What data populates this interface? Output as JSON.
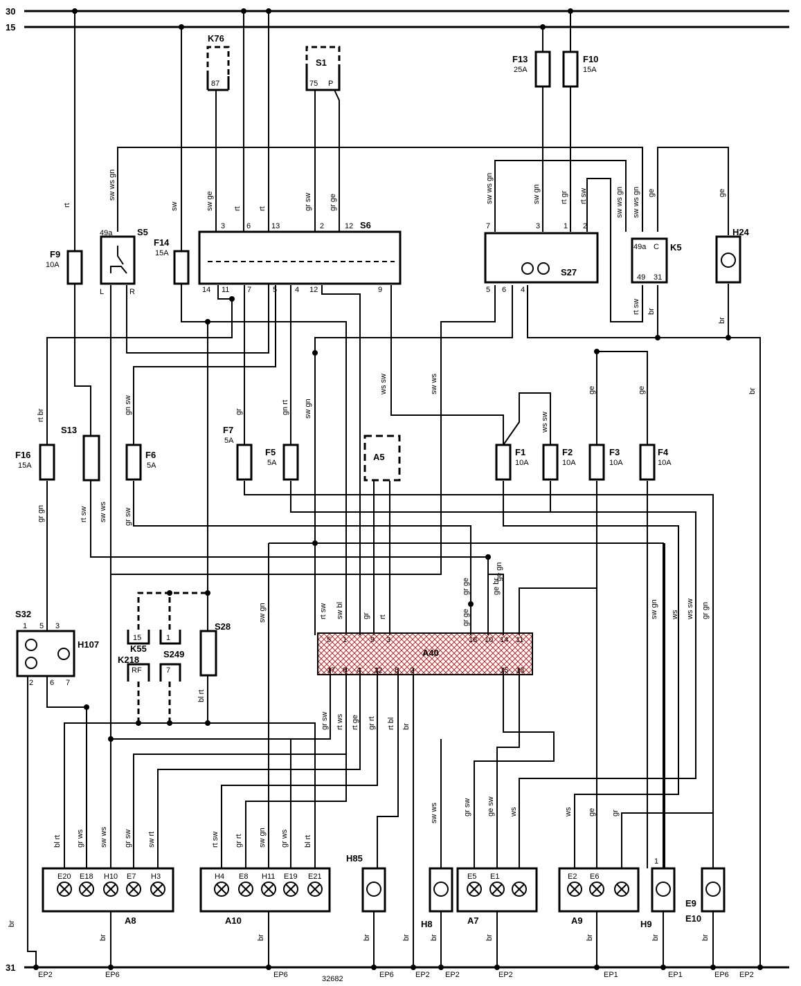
{
  "rails": {
    "r30": "30",
    "r15": "15",
    "r31": "31"
  },
  "drawing_number": "32682",
  "components": {
    "K76": {
      "name": "K76",
      "pin": "87"
    },
    "S1": {
      "name": "S1",
      "pin_a": "75",
      "pin_b": "P"
    },
    "F13": {
      "name": "F13",
      "rating": "25A"
    },
    "F10": {
      "name": "F10",
      "rating": "15A"
    },
    "F9": {
      "name": "F9",
      "rating": "10A"
    },
    "S5": {
      "name": "S5",
      "pin_top": "49a",
      "pin_l": "L",
      "pin_r": "R"
    },
    "F14": {
      "name": "F14",
      "rating": "15A"
    },
    "S6": {
      "name": "S6",
      "pins_top": [
        "3",
        "6",
        "13",
        "2",
        "12"
      ],
      "pins_bottom": [
        "14",
        "11",
        "7",
        "5",
        "4",
        "12",
        "9"
      ]
    },
    "S27": {
      "name": "S27",
      "pins_top": [
        "7",
        "3",
        "1",
        "2"
      ],
      "pins_bottom": [
        "5",
        "6",
        "4"
      ]
    },
    "K5": {
      "name": "K5",
      "pin_49a": "49a",
      "pin_c": "C",
      "pin_49": "49",
      "pin_31": "31"
    },
    "H24": {
      "name": "H24"
    },
    "F16": {
      "name": "F16",
      "rating": "15A"
    },
    "S13": {
      "name": "S13"
    },
    "F6": {
      "name": "F6",
      "rating": "5A"
    },
    "F7": {
      "name": "F7",
      "rating": "5A"
    },
    "F5": {
      "name": "F5",
      "rating": "5A"
    },
    "A5": {
      "name": "A5"
    },
    "F1": {
      "name": "F1",
      "rating": "10A"
    },
    "F2": {
      "name": "F2",
      "rating": "10A"
    },
    "F3": {
      "name": "F3",
      "rating": "10A"
    },
    "F4": {
      "name": "F4",
      "rating": "10A"
    },
    "S32": {
      "name": "S32",
      "pins": [
        "1",
        "5",
        "3",
        "2",
        "6",
        "7"
      ]
    },
    "H107": {
      "name": "H107"
    },
    "K55": {
      "name": "K55",
      "pin": "15"
    },
    "K218": {
      "name": "K218",
      "pin": "RF"
    },
    "S249": {
      "name": "S249",
      "pin_top": "1",
      "pin_bottom": "7"
    },
    "S28": {
      "name": "S28"
    },
    "A40": {
      "name": "A40",
      "pins_top": [
        "5",
        "1",
        "9",
        "3",
        "18",
        "10",
        "14",
        "11"
      ],
      "pins_bottom": [
        "17",
        "8",
        "4",
        "12",
        "6",
        "2",
        "15",
        "13"
      ]
    },
    "A8": {
      "name": "A8",
      "lamps": [
        "E20",
        "E18",
        "H10",
        "E7",
        "H3"
      ]
    },
    "A10": {
      "name": "A10",
      "lamps": [
        "H4",
        "E8",
        "H11",
        "E19",
        "E21"
      ]
    },
    "H85": {
      "name": "H85"
    },
    "H8": {
      "name": "H8"
    },
    "A7": {
      "name": "A7",
      "lamps": [
        "E5",
        "E1"
      ]
    },
    "A9": {
      "name": "A9",
      "lamps": [
        "E2",
        "E6"
      ]
    },
    "H9": {
      "name": "H9",
      "pin": "1"
    },
    "E9E10": {
      "name1": "E9",
      "name2": "E10"
    }
  },
  "wire_colors": {
    "f9_top": "rt",
    "s5_top": "sw ws gn",
    "f14_top": "sw",
    "s6_3": "sw ge",
    "s6_6": "rt",
    "s6_13": "rt",
    "s6_2": "gr sw",
    "s6_12": "gr ge",
    "s27_7": "sw ws gn",
    "s27_3": "sw gn",
    "s27_1": "rt gr",
    "s27_2": "rt sw",
    "k5_49a_a": "sw ws gn",
    "k5_49a_b": "sw ws gn",
    "k5_31": "ge",
    "h24_top": "ge",
    "k5_rtsw": "rt sw",
    "k5_br": "br",
    "h24_br": "br",
    "f16_top": "rt br",
    "f6_top": "gn sw",
    "f7_top": "gr",
    "f5_top": "gn rt",
    "s6_sw_gn": "sw gn",
    "ws_sw": "ws sw",
    "sw_ws": "sw ws",
    "f2_top": "ws sw",
    "f3_top": "ge",
    "f4_top": "ge",
    "br_right": "br",
    "f16_bot": "gr gn",
    "s13_a": "rt sw",
    "s13_b": "sw ws",
    "f6_bot": "gr sw",
    "a40_5": "rt sw",
    "a40_1": "sw bl",
    "a40_9": "gr",
    "a40_3": "rt",
    "a40_18": "gr ge",
    "a40_10": "gr ge",
    "a40_14": "ge br",
    "sw_gn_left": "sw gn",
    "gegn": "ge gn",
    "sw_gn_r": "sw gn",
    "ws_r": "ws",
    "ws_sw_r": "ws sw",
    "gr_gn_r": "gr gn",
    "a40_17": "gr sw",
    "a40_8": "rt ws",
    "a40_4": "rt ge",
    "a40_12": "gr rt",
    "a40_6": "rt bl",
    "a40_2": "br",
    "bl_rt": "bl rt",
    "s28_bot": "bl rt",
    "a8_e20": "bl rt",
    "a8_e18": "gr ws",
    "a8_h10": "sw ws",
    "a8_e7": "gr sw",
    "a8_h3": "sw rt",
    "a10_h4": "rt sw",
    "a10_e8": "gr rt",
    "a10_h11": "sw gn",
    "a10_e19": "gr ws",
    "a10_e21": "bl rt",
    "h8_top": "sw ws",
    "a7_e5": "gr sw",
    "a7_mid": "ge sw",
    "a7_e1": "ws",
    "a9_e2": "ws",
    "a9_mid": "ge",
    "a9_e6": "gr",
    "br": "br"
  },
  "grounds": [
    "EP2",
    "EP6",
    "EP6",
    "EP6",
    "EP2",
    "EP2",
    "EP2",
    "EP1",
    "EP1",
    "EP6",
    "EP2"
  ]
}
